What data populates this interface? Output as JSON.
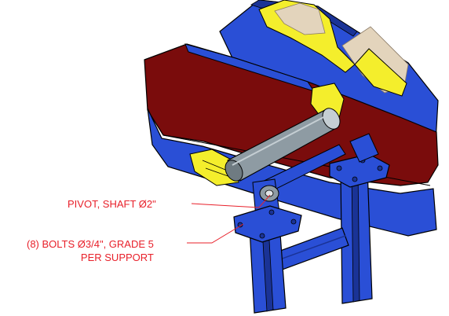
{
  "annotations": {
    "pivot": "PIVOT, SHAFT Ø2\"",
    "bolts_line1": "(8) BOLTS Ø3/4\", GRADE 5",
    "bolts_line2": "PER SUPPORT"
  },
  "colors": {
    "frame_blue": "#2a4fd6",
    "frame_blue_dark": "#1a3396",
    "body_red": "#7a0c0c",
    "accent_yellow": "#f4ee2c",
    "shaft_gray": "#8e9ba3",
    "gravel": "#e3d4bc",
    "callout_red": "#e8202a"
  }
}
